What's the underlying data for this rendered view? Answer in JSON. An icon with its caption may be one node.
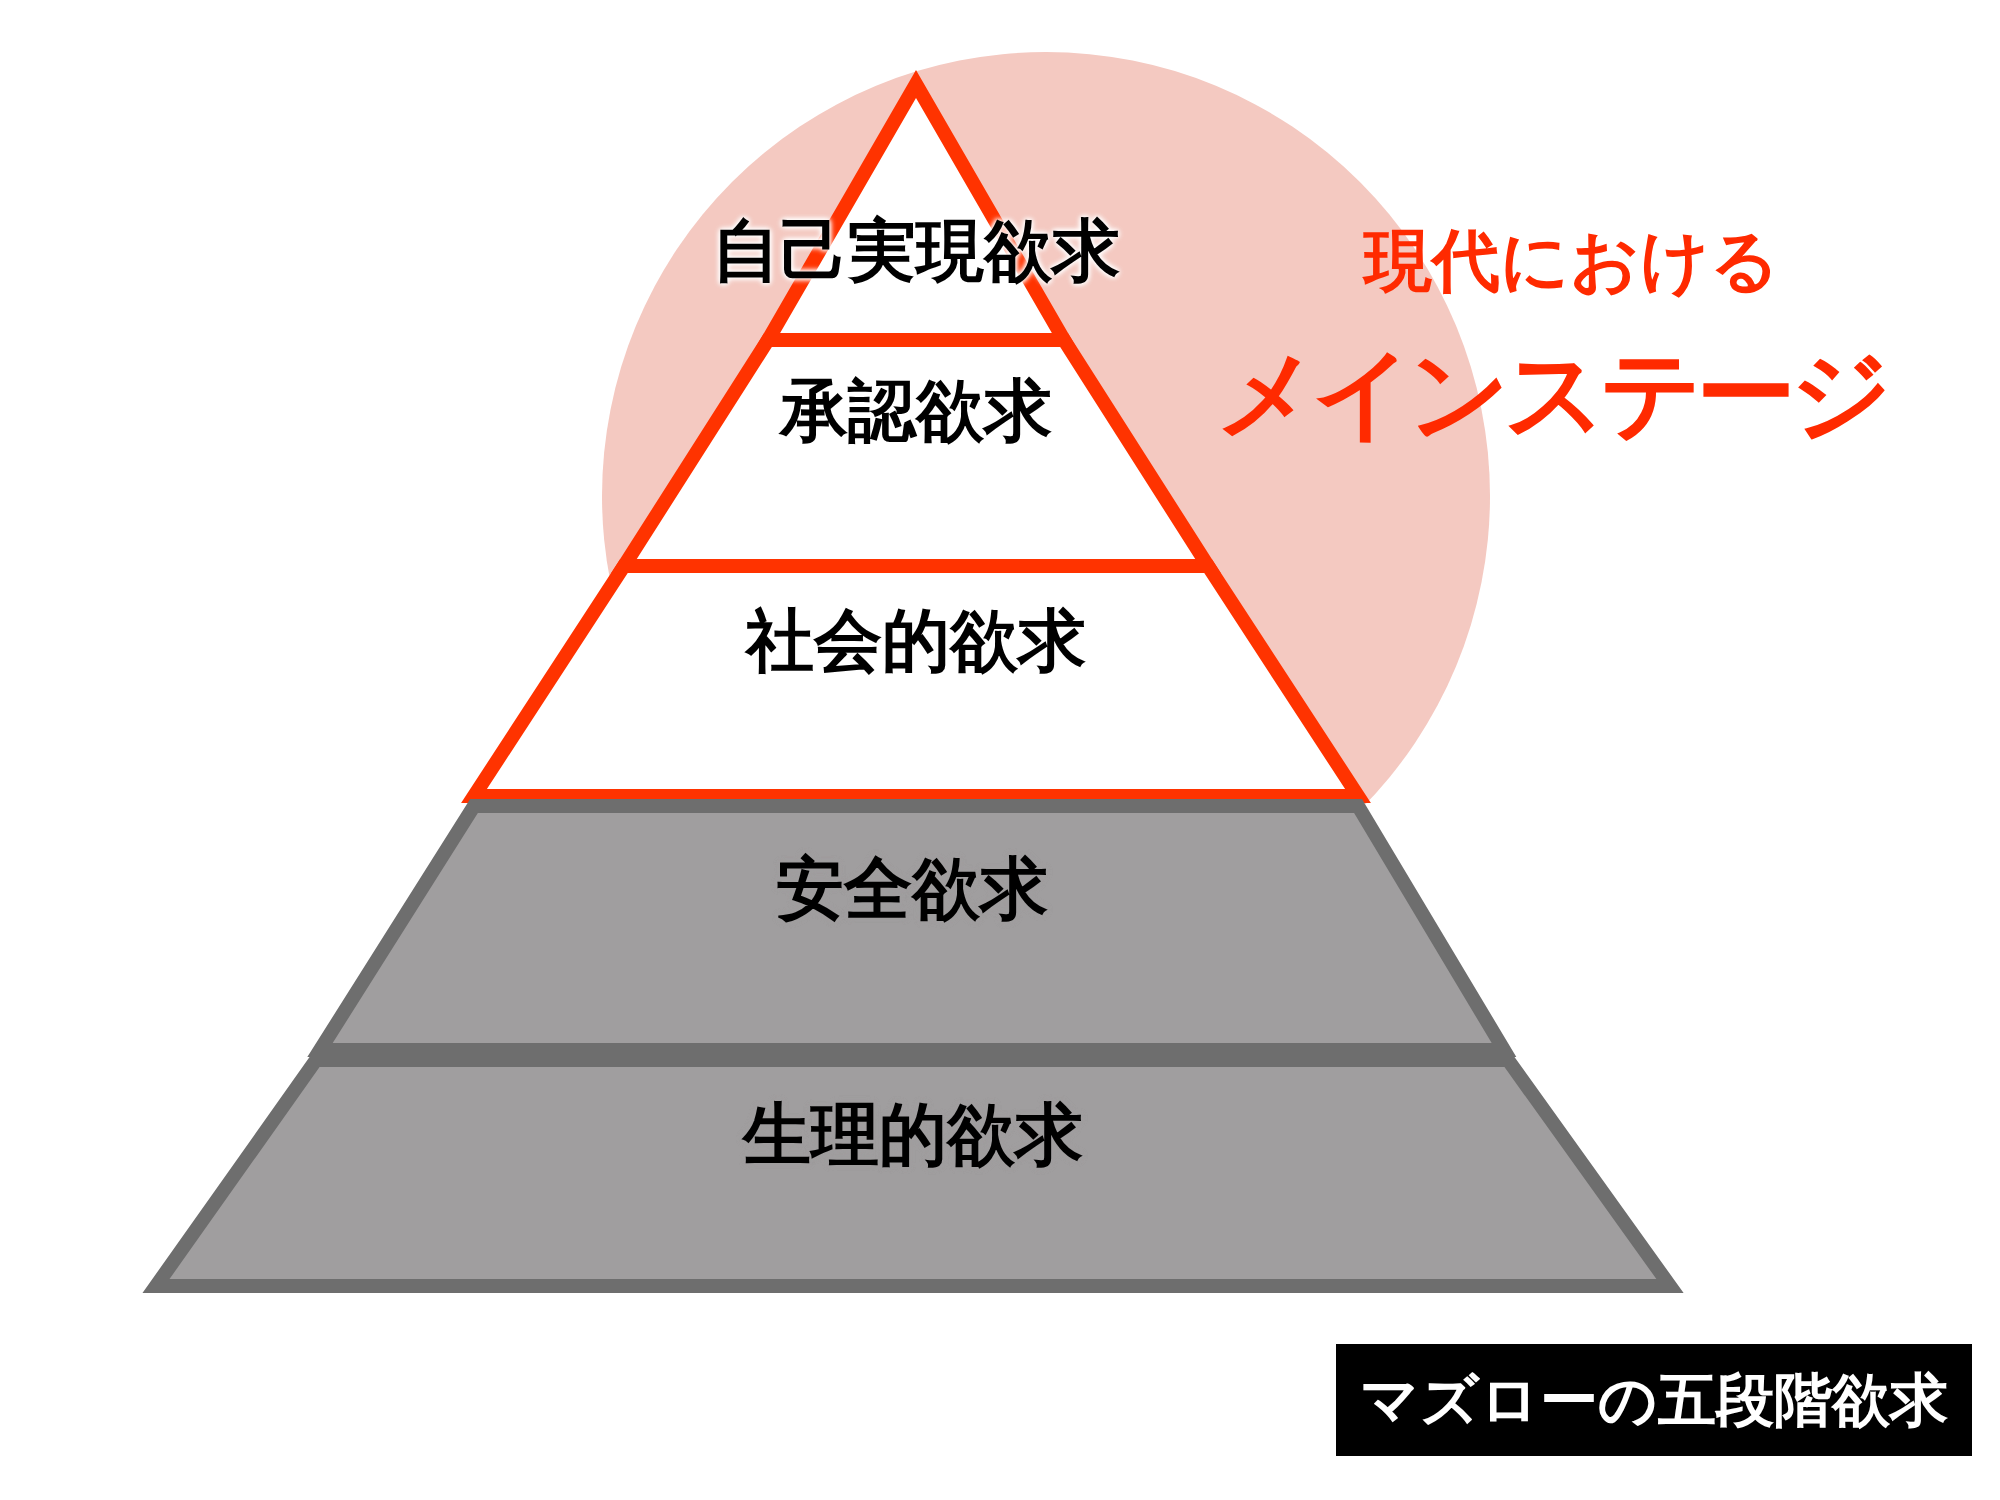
{
  "diagram": {
    "caption": "マズローの五段階欲求",
    "nodes": [
      {
        "text": [
          "自己実現欲求"
        ]
      },
      {
        "text": [
          "承認欲求"
        ]
      },
      {
        "text": [
          "社会的欲求"
        ]
      },
      {
        "text": [
          "安全欲求"
        ]
      },
      {
        "text": [
          "生理的欲求"
        ]
      }
    ],
    "labels": [
      "現代における",
      "メインステージ"
    ]
  }
}
